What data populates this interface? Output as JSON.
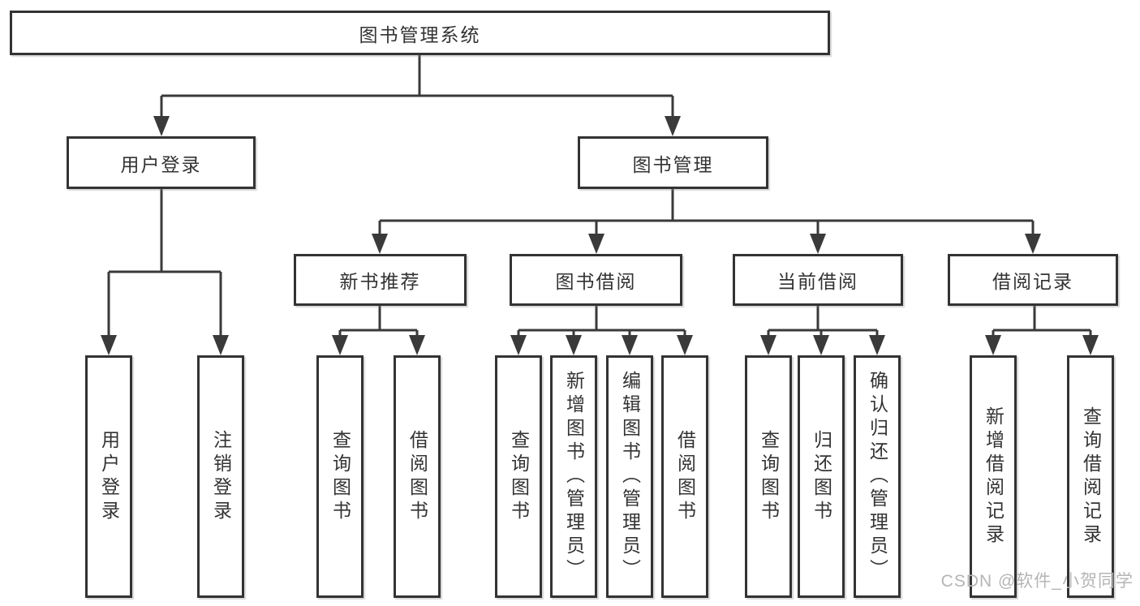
{
  "diagram": {
    "title": "图书管理系统",
    "level2": [
      {
        "label": "用户登录"
      },
      {
        "label": "图书管理"
      }
    ],
    "level3": [
      {
        "label": "新书推荐"
      },
      {
        "label": "图书借阅"
      },
      {
        "label": "当前借阅"
      },
      {
        "label": "借阅记录"
      }
    ],
    "leaves": [
      {
        "label": "用户登录"
      },
      {
        "label": "注销登录"
      },
      {
        "label": "查询图书"
      },
      {
        "label": "借阅图书"
      },
      {
        "label": "查询图书"
      },
      {
        "label": "新增图书（管理员）"
      },
      {
        "label": "编辑图书（管理员）"
      },
      {
        "label": "借阅图书"
      },
      {
        "label": "查询图书"
      },
      {
        "label": "归还图书"
      },
      {
        "label": "确认归还（管理员）"
      },
      {
        "label": "新增借阅记录"
      },
      {
        "label": "查询借阅记录"
      }
    ],
    "watermark": "CSDN @软件_小贺同学",
    "colors": {
      "line": "#3a3a3a",
      "box_border": "#333333",
      "text": "#333333",
      "watermark": "#b5b5b5",
      "background": "#ffffff"
    }
  }
}
